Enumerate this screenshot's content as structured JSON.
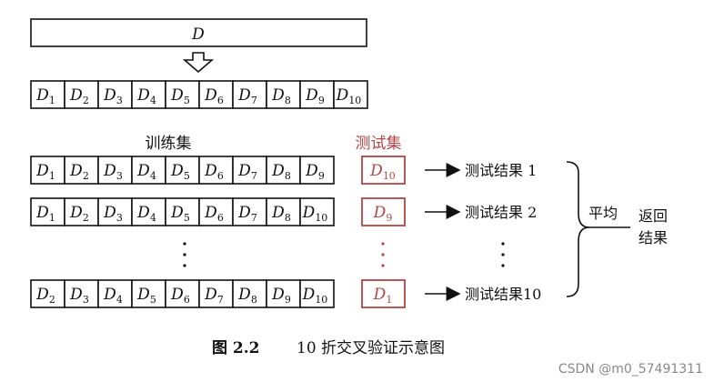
{
  "top": {
    "label": "D"
  },
  "split": {
    "labels": [
      "D1",
      "D2",
      "D3",
      "D4",
      "D5",
      "D6",
      "D7",
      "D8",
      "D9",
      "D10"
    ]
  },
  "headers": {
    "train": "训练集",
    "test": "测试集"
  },
  "rows": [
    {
      "train": [
        "D1",
        "D2",
        "D3",
        "D4",
        "D5",
        "D6",
        "D7",
        "D8",
        "D9"
      ],
      "test": "D10",
      "result": "测试结果 1"
    },
    {
      "train": [
        "D1",
        "D2",
        "D3",
        "D4",
        "D5",
        "D6",
        "D7",
        "D8",
        "D10"
      ],
      "test": "D9",
      "result": "测试结果 2"
    },
    {
      "train": [
        "D2",
        "D3",
        "D4",
        "D5",
        "D6",
        "D7",
        "D8",
        "D9",
        "D10"
      ],
      "test": "D1",
      "result": "测试结果10"
    }
  ],
  "average": "平均",
  "return": [
    "返回",
    "结果"
  ],
  "caption": {
    "number": "图 2.2",
    "text": "10 折交叉验证示意图"
  },
  "watermark": "CSDN @m0_57491311",
  "colors": {
    "test": "#b34646",
    "line": "#111111"
  }
}
